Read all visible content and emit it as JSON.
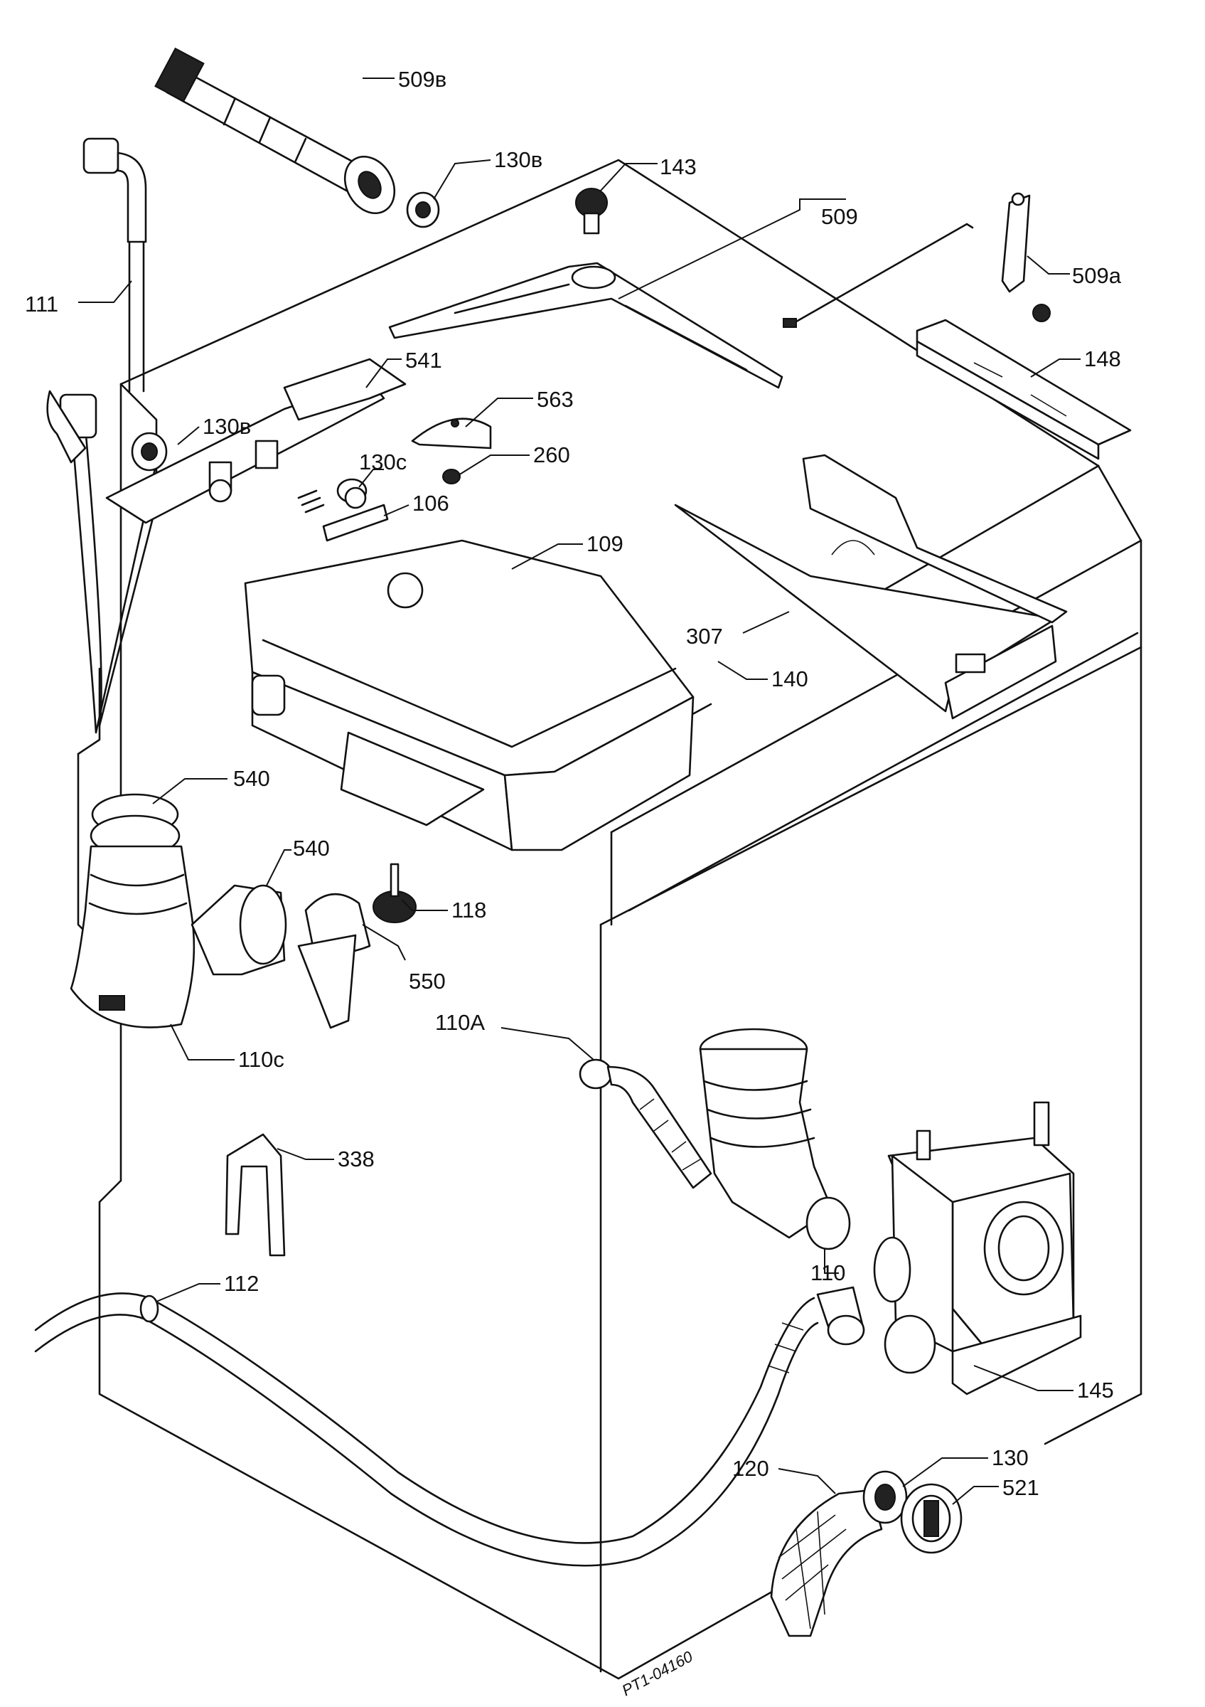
{
  "diagram": {
    "drawing_ref": "PT1-04160",
    "callouts": [
      {
        "id": "509B",
        "text": "509в"
      },
      {
        "id": "130B-top",
        "text": "130в"
      },
      {
        "id": "143",
        "text": "143"
      },
      {
        "id": "509",
        "text": "509"
      },
      {
        "id": "509A",
        "text": "509а"
      },
      {
        "id": "111",
        "text": "111"
      },
      {
        "id": "541",
        "text": "541"
      },
      {
        "id": "563",
        "text": "563"
      },
      {
        "id": "148",
        "text": "148"
      },
      {
        "id": "130B-mid",
        "text": "130в"
      },
      {
        "id": "260",
        "text": "260"
      },
      {
        "id": "130C",
        "text": "130c"
      },
      {
        "id": "106",
        "text": "106"
      },
      {
        "id": "109",
        "text": "109"
      },
      {
        "id": "307",
        "text": "307"
      },
      {
        "id": "140",
        "text": "140"
      },
      {
        "id": "540-a",
        "text": "540"
      },
      {
        "id": "540-b",
        "text": "540"
      },
      {
        "id": "118",
        "text": "118"
      },
      {
        "id": "550",
        "text": "550"
      },
      {
        "id": "110C",
        "text": "110c"
      },
      {
        "id": "110A",
        "text": "110A"
      },
      {
        "id": "338",
        "text": "338"
      },
      {
        "id": "110",
        "text": "110"
      },
      {
        "id": "112",
        "text": "112"
      },
      {
        "id": "145",
        "text": "145"
      },
      {
        "id": "130",
        "text": "130"
      },
      {
        "id": "120",
        "text": "120"
      },
      {
        "id": "521",
        "text": "521"
      }
    ]
  }
}
